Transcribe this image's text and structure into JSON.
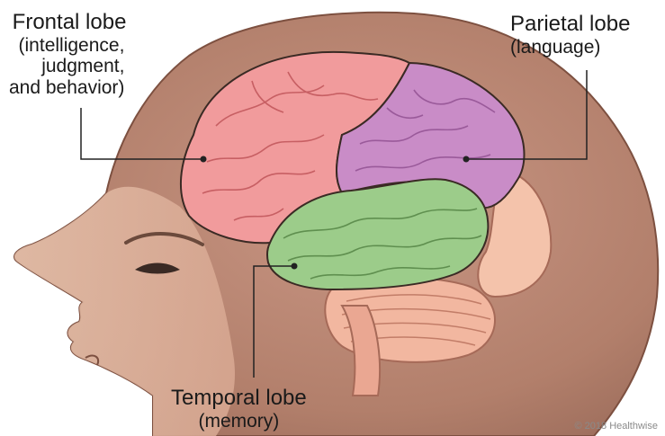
{
  "labels": {
    "frontal": {
      "title": "Frontal lobe",
      "line1": "(intelligence,",
      "line2": "judgment,",
      "line3": "and behavior)"
    },
    "parietal": {
      "title": "Parietal lobe",
      "line1": "(language)"
    },
    "temporal": {
      "title": "Temporal lobe",
      "line1": "(memory)"
    }
  },
  "copyright": "© 2018 Healthwise",
  "colors": {
    "frontal": "#f19b9c",
    "parietal": "#c98cc7",
    "temporal": "#9ccc8a",
    "occipital": "#f4c3ab",
    "cerebellum": "#f2b7a0",
    "skin": "#d6a68e",
    "head_outline": "#8a5a48"
  }
}
